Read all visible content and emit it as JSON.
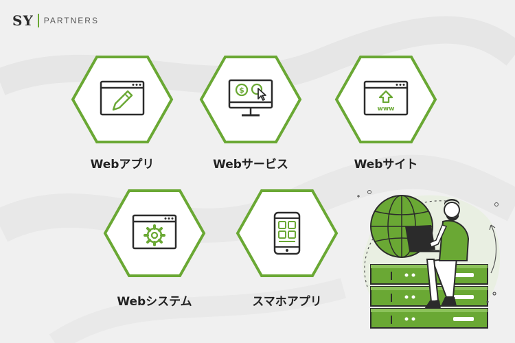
{
  "logo": {
    "brand": "SY",
    "sub": "PARTNERS"
  },
  "services": [
    {
      "label": "Webアプリ",
      "icon": "pencil-browser-icon"
    },
    {
      "label": "Webサービス",
      "icon": "monitor-dollar-cursor-icon"
    },
    {
      "label": "Webサイト",
      "icon": "browser-upload-www-icon"
    },
    {
      "label": "Webシステム",
      "icon": "browser-gear-icon"
    },
    {
      "label": "スマホアプリ",
      "icon": "smartphone-apps-icon"
    }
  ],
  "icon_text": {
    "www": "www"
  },
  "colors": {
    "accent": "#6aa834",
    "dark_green": "#3f7a25",
    "text": "#222222",
    "background": "#f0f0f0"
  }
}
